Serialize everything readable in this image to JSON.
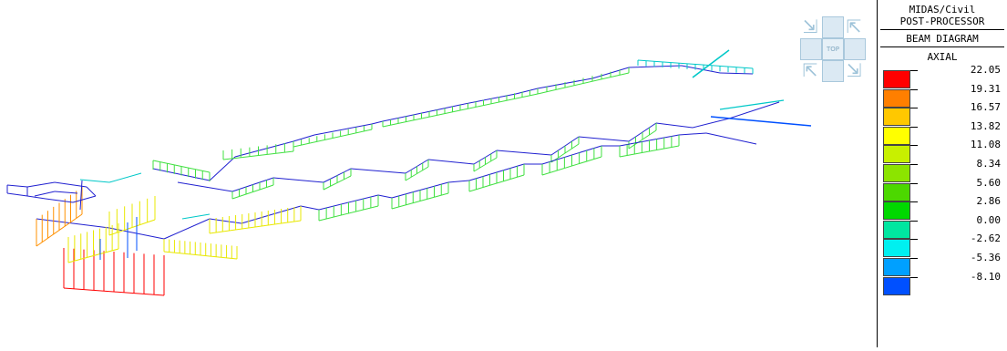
{
  "header": {
    "app": "MIDAS/Civil",
    "mode": "POST-PROCESSOR",
    "diagram": "BEAM DIAGRAM",
    "component": "AXIAL"
  },
  "nav_cube": {
    "top_label": "TOP"
  },
  "legend": {
    "values": [
      "22.05",
      "19.31",
      "16.57",
      "13.82",
      "11.08",
      "8.34",
      "5.60",
      "2.86",
      "0.00",
      "-2.62",
      "-5.36",
      "-8.10"
    ],
    "colors": [
      "#ff0000",
      "#ff7f00",
      "#ffc800",
      "#ffff00",
      "#c8f000",
      "#8ce400",
      "#4cd800",
      "#00d800",
      "#00e6a0",
      "#00f0f0",
      "#00a0ff",
      "#0050ff"
    ]
  },
  "model_colors": {
    "beam": "#2020d0",
    "axial_max": "#ff0000",
    "axial_high": "#ff9000",
    "axial_mid": "#e8e800",
    "axial_low": "#40e040",
    "axial_zero": "#00c8c8",
    "axial_neg": "#0050ff"
  }
}
